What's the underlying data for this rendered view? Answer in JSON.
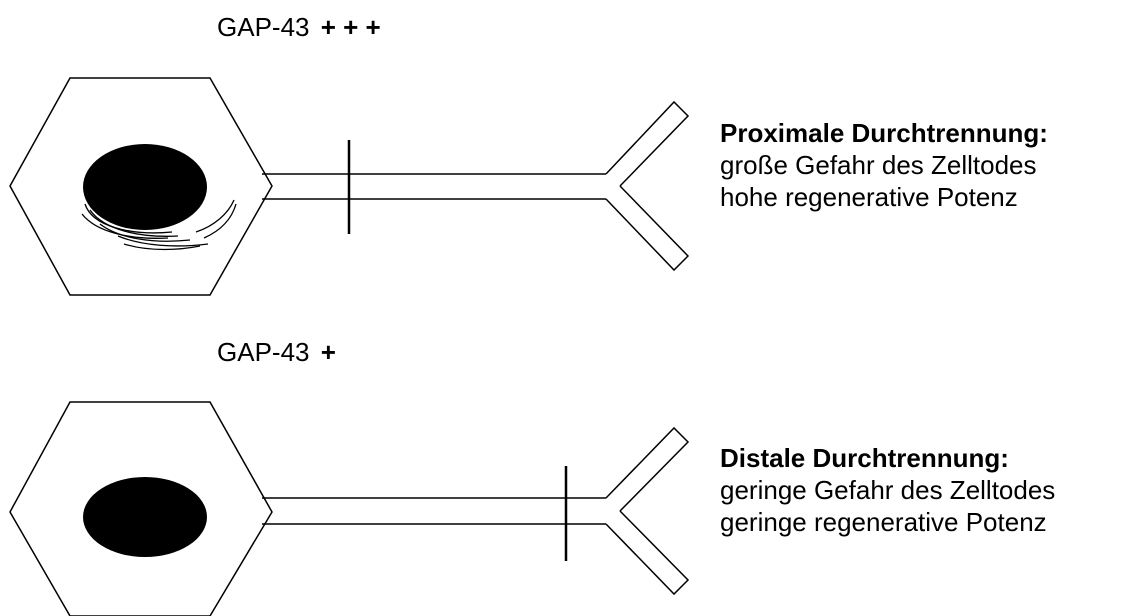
{
  "panels": [
    {
      "marker_label": "GAP-43",
      "marker_level": "+ + +",
      "caption_title": "Proximale Durchtrennung:",
      "caption_lines": [
        "große Gefahr des Zelltodes",
        "hohe regenerative Potenz"
      ]
    },
    {
      "marker_label": "GAP-43",
      "marker_level": "+",
      "caption_title": "Distale Durchtrennung:",
      "caption_lines": [
        "geringe Gefahr des Zelltodes",
        "geringe regenerative Potenz"
      ]
    }
  ]
}
